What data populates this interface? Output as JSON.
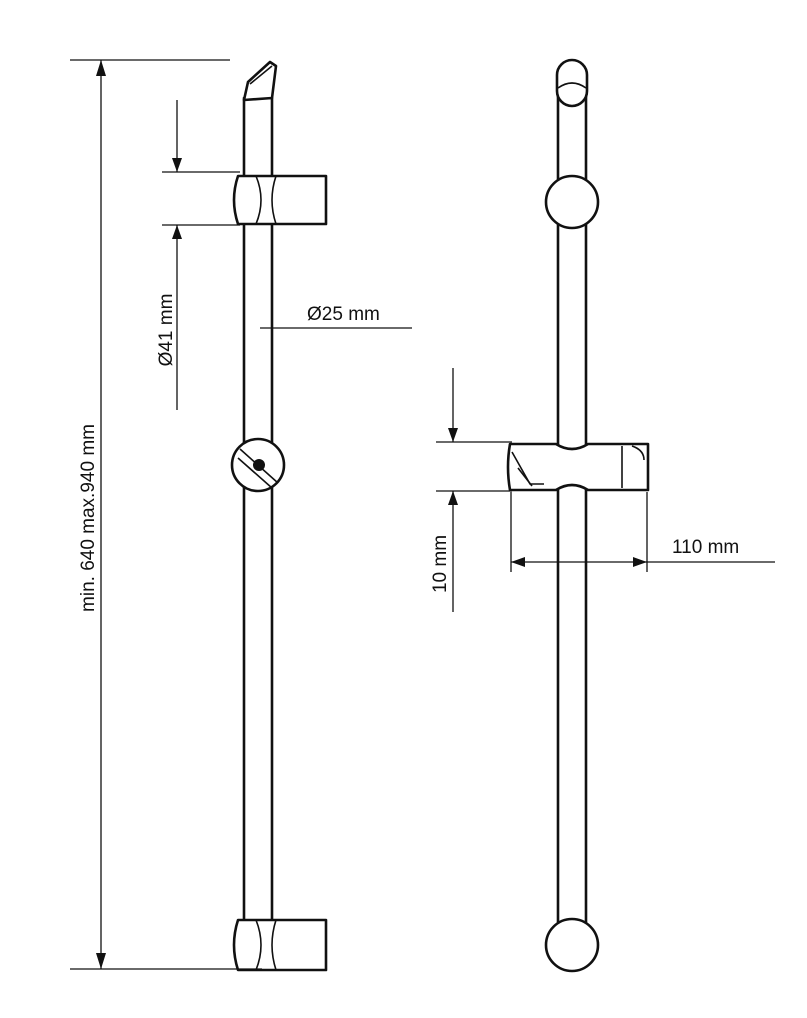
{
  "dimensions": {
    "height_range": "min. 640 max.940 mm",
    "bracket_diameter": "Ø41 mm",
    "rail_diameter": "Ø25 mm",
    "slider_height": "10 mm",
    "slider_width": "110 mm"
  },
  "colors": {
    "line": "#111111",
    "background": "#ffffff"
  }
}
